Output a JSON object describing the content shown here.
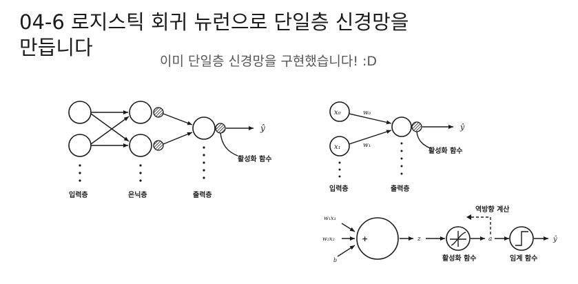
{
  "page": {
    "title_line1": "04-6 로지스틱 회귀 뉴런으로 단일층 신경망을",
    "title_line2": "만듭니다",
    "subtitle": "이미 단일층 신경망을 구현했습니다! :D"
  },
  "left_diagram": {
    "input_layer": "입력층",
    "hidden_layer": "은닉층",
    "output_layer": "출력층",
    "output_symbol": "ŷ",
    "activation": "활성화 함수"
  },
  "right_top_diagram": {
    "x0": "x₀",
    "x1": "x₁",
    "w0": "w₀",
    "w1": "w₁",
    "output_symbol": "ŷ",
    "activation": "활성화 함수",
    "input_layer": "입력층",
    "output_layer": "출력층"
  },
  "right_bottom_diagram": {
    "in1": "w₁x₁",
    "in2": "w₂x₂",
    "bias": "b",
    "sum_symbol": "+",
    "z": "z",
    "a": "a",
    "output_symbol": "ŷ",
    "backprop": "역방향 계산",
    "activation": "활성화 함수",
    "threshold": "임계 함수"
  }
}
